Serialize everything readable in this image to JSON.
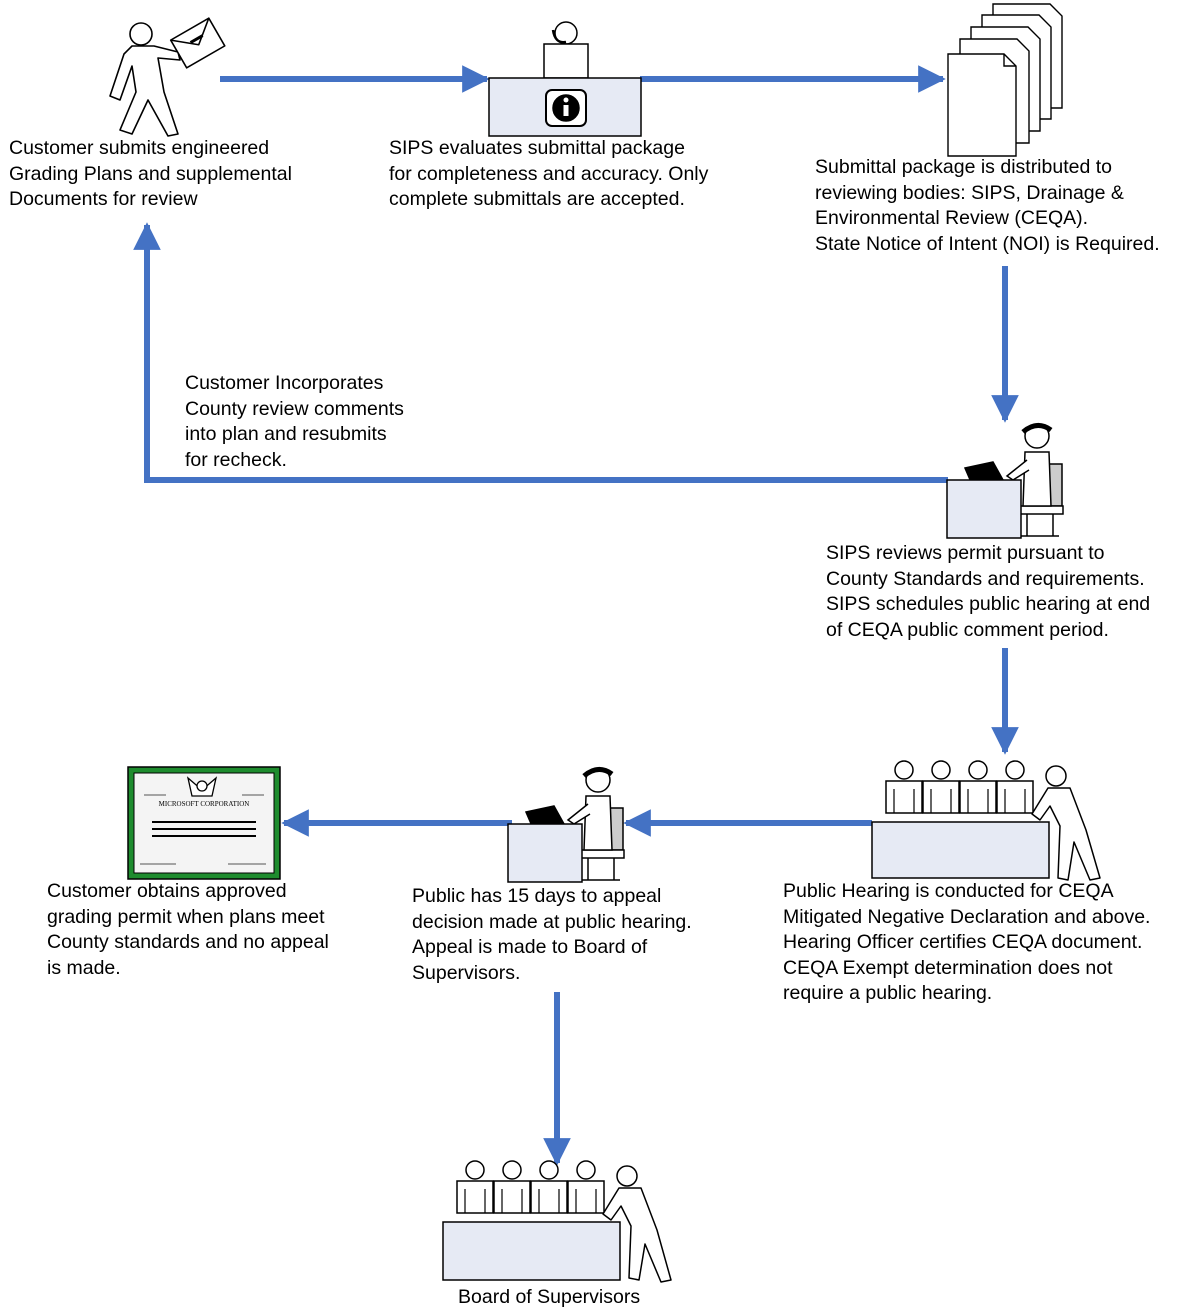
{
  "colors": {
    "arrow": "#4472C4",
    "outline": "#000000",
    "fill": "#E6EAF4",
    "certificate_border": "#1E8C2E"
  },
  "steps": {
    "submit": {
      "icon": "walking-person-with-document",
      "lines": [
        "Customer submits engineered",
        "Grading Plans and supplemental",
        "Documents for review"
      ]
    },
    "evaluate": {
      "icon": "information-desk",
      "lines": [
        "SIPS evaluates submittal package",
        "for completeness and accuracy. Only",
        "complete submittals are accepted."
      ]
    },
    "distribute": {
      "icon": "stacked-documents",
      "lines": [
        "Submittal package is distributed to",
        "reviewing bodies: SIPS, Drainage &",
        "Environmental Review (CEQA).",
        "State Notice of Intent (NOI) is Required."
      ]
    },
    "resubmit": {
      "lines": [
        "Customer Incorporates",
        "County review comments",
        "into plan and resubmits",
        "for recheck."
      ]
    },
    "review": {
      "icon": "person-at-computer-desk",
      "lines": [
        "SIPS reviews permit pursuant to",
        "County Standards and requirements.",
        "SIPS schedules public hearing at end",
        "of CEQA public comment period."
      ]
    },
    "hearing": {
      "icon": "public-hearing-panel",
      "lines": [
        "Public Hearing is conducted for CEQA",
        "Mitigated Negative Declaration and above.",
        "Hearing Officer certifies CEQA document.",
        "CEQA Exempt determination does not",
        "require a public hearing."
      ]
    },
    "appeal": {
      "icon": "person-at-computer-desk",
      "lines": [
        "Public has 15 days to appeal",
        "decision made at public hearing.",
        "Appeal is made to Board of",
        "Supervisors."
      ]
    },
    "permit": {
      "icon": "certificate",
      "certificate_text": "MICROSOFT CORPORATION",
      "lines": [
        "Customer obtains approved",
        "grading permit when plans meet",
        "County standards and no appeal",
        "is made."
      ]
    },
    "board": {
      "icon": "board-panel",
      "lines": [
        "Board of Supervisors"
      ]
    }
  }
}
